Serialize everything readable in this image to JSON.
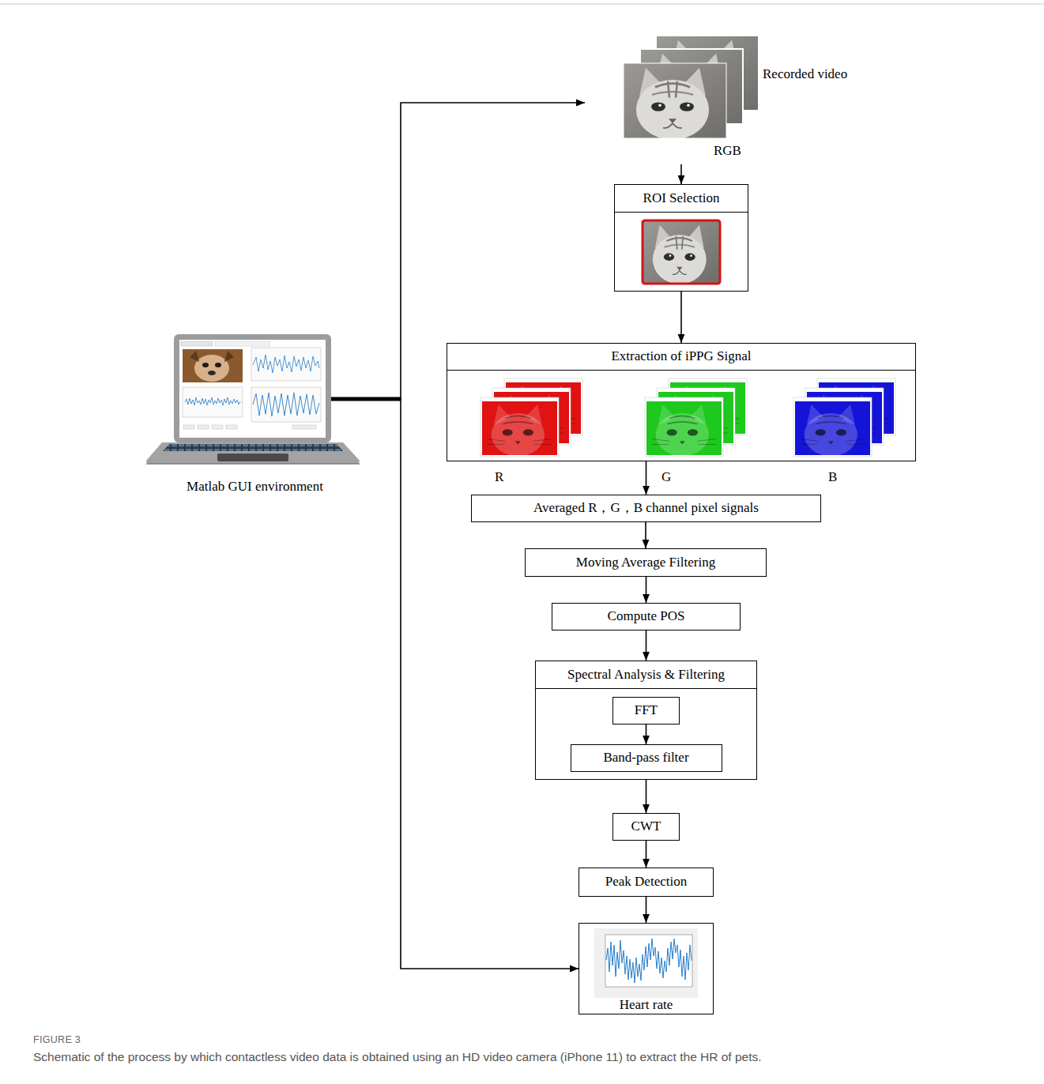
{
  "diagram": {
    "caption": "Schematic of the process by which contactless video data is obtained using an HD video camera (iPhone 11) to extract the HR of pets.",
    "nodes": [
      {
        "text": [
          "Matlab GUI environment"
        ]
      },
      {
        "text": [
          "Recorded video",
          "RGB"
        ]
      },
      {
        "text": [
          "ROI Selection"
        ]
      },
      {
        "text": [
          "Extraction of iPPG Signal"
        ]
      },
      {
        "text": [
          "Averaged R，G，B channel pixel signals"
        ]
      },
      {
        "text": [
          "Moving Average Filtering"
        ]
      },
      {
        "text": [
          "Compute POS"
        ]
      },
      {
        "text": [
          "Spectral Analysis & Filtering"
        ]
      },
      {
        "text": [
          "FFT"
        ],
        "in": 7
      },
      {
        "text": [
          "Band-pass filter"
        ],
        "in": 7
      },
      {
        "text": [
          "CWT"
        ]
      },
      {
        "text": [
          "Peak Detection"
        ]
      },
      {
        "text": [
          "Heart rate"
        ]
      }
    ],
    "edges": [
      {
        "from": 0,
        "to": 1,
        "arrow": "to"
      },
      {
        "from": 0,
        "to": 12,
        "arrow": "to"
      },
      {
        "from": 1,
        "to": 2,
        "arrow": "to"
      },
      {
        "from": 2,
        "to": 3,
        "arrow": "to"
      },
      {
        "from": 3,
        "to": 4,
        "arrow": "to"
      },
      {
        "from": 4,
        "to": 5,
        "arrow": "to"
      },
      {
        "from": 5,
        "to": 6,
        "arrow": "to"
      },
      {
        "from": 6,
        "to": 7,
        "arrow": "to"
      },
      {
        "from": 8,
        "to": 9,
        "arrow": "to"
      },
      {
        "from": 7,
        "to": 10,
        "arrow": "to"
      },
      {
        "from": 10,
        "to": 11,
        "arrow": "to"
      },
      {
        "from": 11,
        "to": 12,
        "arrow": "to"
      }
    ],
    "labels": [
      "R",
      "G",
      "B",
      "FIGURE 3"
    ]
  }
}
